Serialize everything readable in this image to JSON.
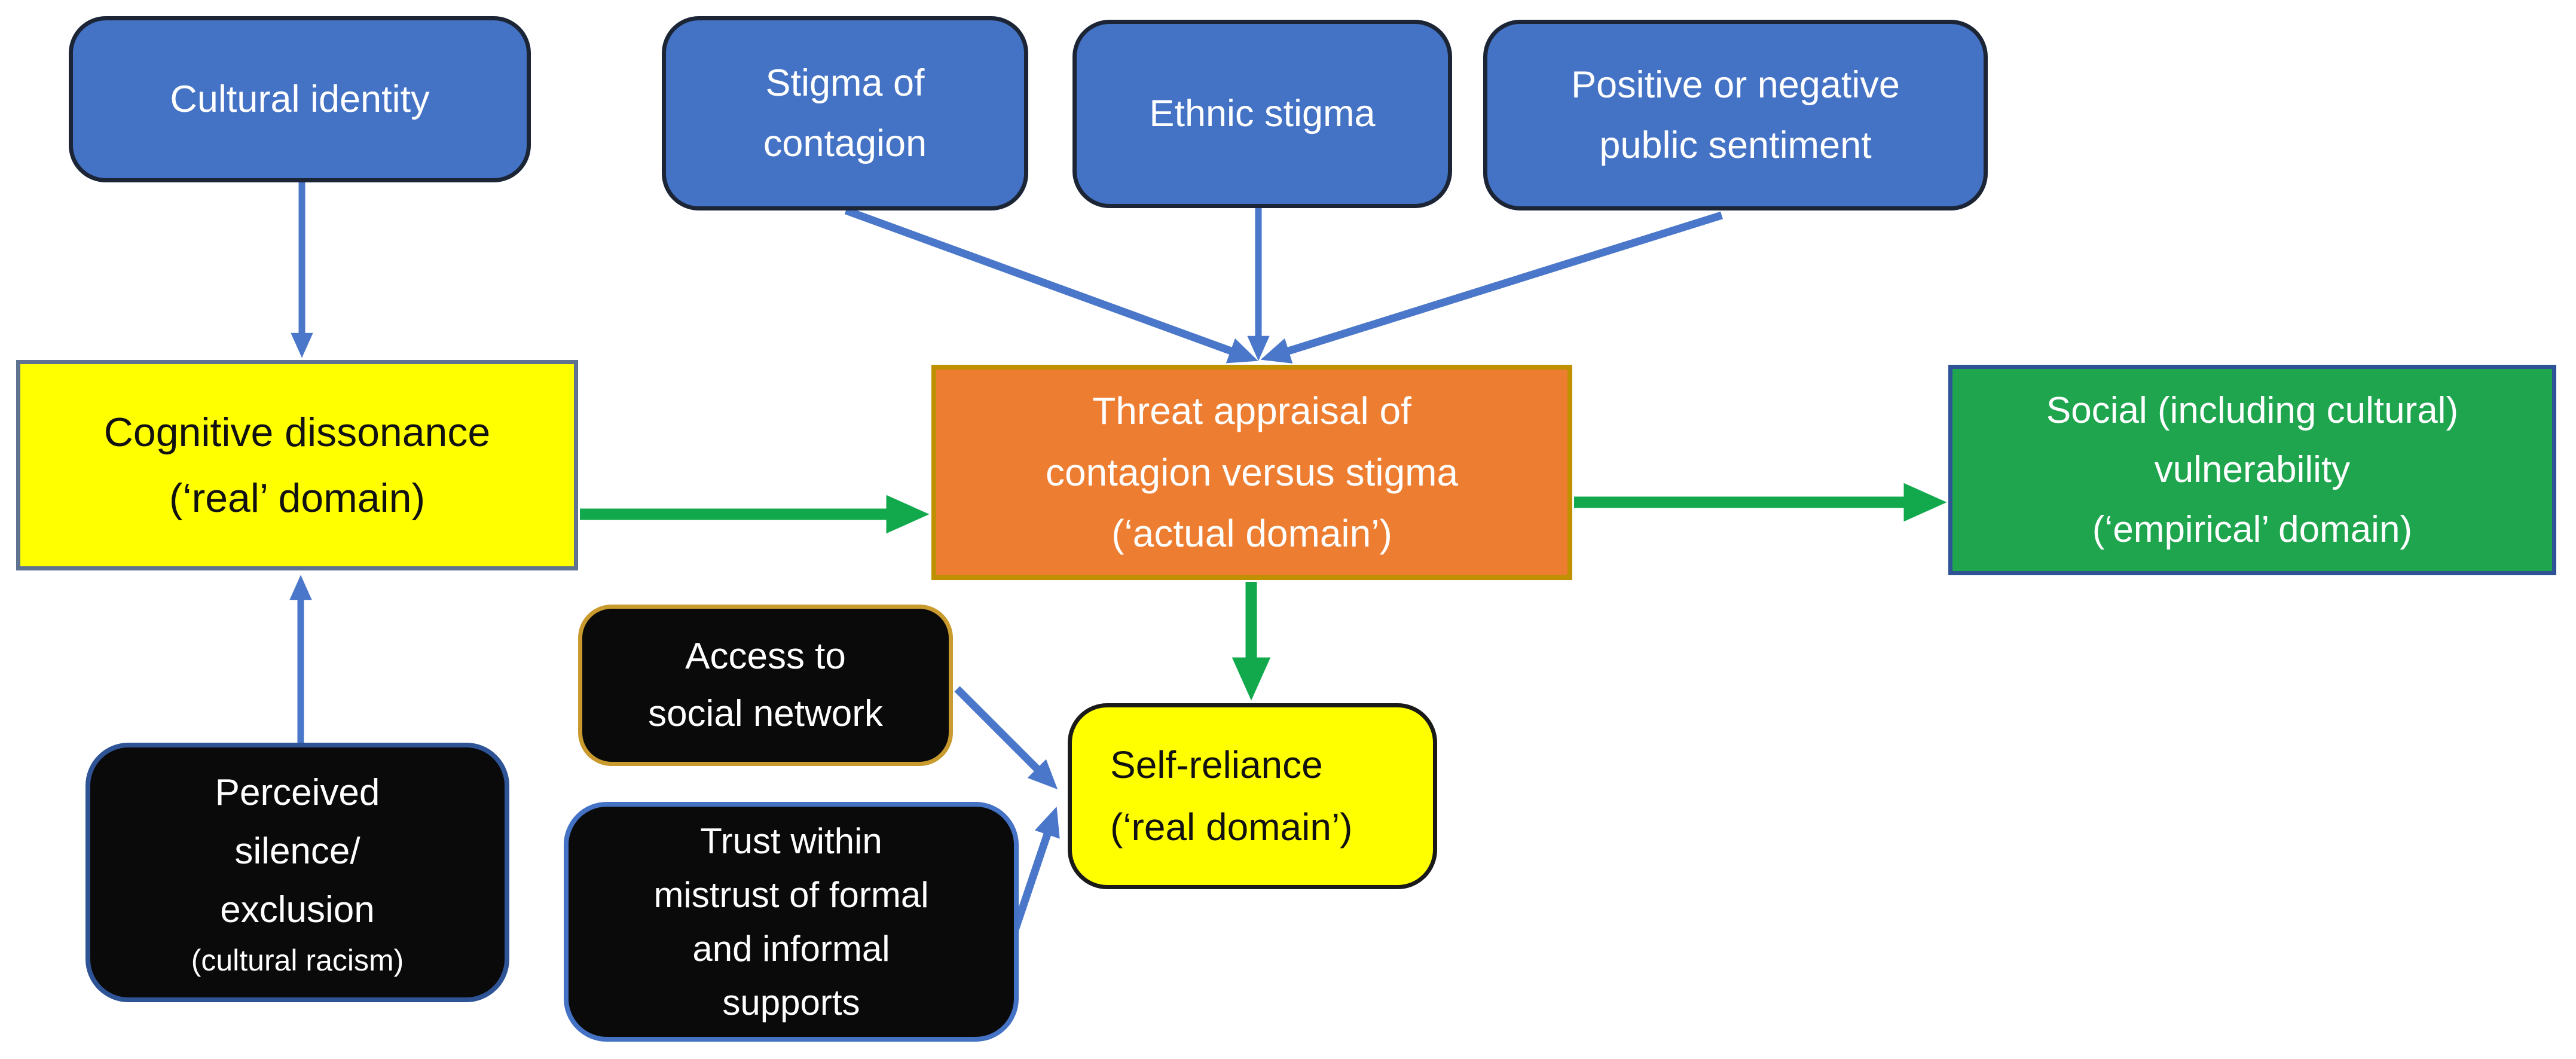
{
  "colors": {
    "background": "#ffffff",
    "node_blue": "#4472c4",
    "node_blue_border": "#1c2536",
    "node_yellow": "#ffff00",
    "cognitive_border": "#5f7390",
    "node_orange": "#ed7d31",
    "orange_border": "#bf9000",
    "node_green": "#1fa54e",
    "green_border": "#2e5496",
    "node_black": "#0a0a0a",
    "access_border": "#c99a2e",
    "trust_border": "#4472c4",
    "silence_border": "#2e5496",
    "self_border": "#1a1a1a",
    "arrow_blue": "#4a77c9",
    "arrow_green": "#12a94d"
  },
  "nodes": {
    "cultural_identity": {
      "lines": [
        "Cultural identity"
      ]
    },
    "stigma_of_contagion": {
      "lines": [
        "Stigma of",
        "contagion"
      ]
    },
    "ethnic_stigma": {
      "lines": [
        "Ethnic stigma"
      ]
    },
    "public_sentiment": {
      "lines": [
        "Positive or negative",
        "public sentiment"
      ]
    },
    "cognitive_dissonance": {
      "lines": [
        "Cognitive dissonance",
        "(‘real’ domain)"
      ]
    },
    "threat_appraisal": {
      "lines": [
        "Threat appraisal of",
        "contagion versus stigma",
        "(‘actual domain’)"
      ]
    },
    "social_vulnerability": {
      "lines": [
        "Social (including cultural)",
        "vulnerability",
        "(‘empirical’ domain)"
      ]
    },
    "access_social_network": {
      "lines": [
        "Access to",
        "social network"
      ]
    },
    "trust_mistrust": {
      "lines": [
        "Trust within",
        "mistrust of formal",
        "and informal",
        "supports"
      ]
    },
    "self_reliance": {
      "lines": [
        "Self-reliance",
        "(‘real domain’)"
      ]
    },
    "perceived_silence": {
      "lines": [
        "Perceived",
        "silence/",
        "exclusion"
      ],
      "sublabel": "(cultural racism)"
    }
  },
  "edges": [
    {
      "from": "cultural_identity",
      "to": "cognitive_dissonance",
      "color": "blue"
    },
    {
      "from": "perceived_silence",
      "to": "cognitive_dissonance",
      "color": "blue"
    },
    {
      "from": "stigma_of_contagion",
      "to": "threat_appraisal",
      "color": "blue"
    },
    {
      "from": "ethnic_stigma",
      "to": "threat_appraisal",
      "color": "blue"
    },
    {
      "from": "public_sentiment",
      "to": "threat_appraisal",
      "color": "blue"
    },
    {
      "from": "cognitive_dissonance",
      "to": "threat_appraisal",
      "color": "green"
    },
    {
      "from": "threat_appraisal",
      "to": "social_vulnerability",
      "color": "green"
    },
    {
      "from": "threat_appraisal",
      "to": "self_reliance",
      "color": "green"
    },
    {
      "from": "access_social_network",
      "to": "self_reliance",
      "color": "blue"
    },
    {
      "from": "trust_mistrust",
      "to": "self_reliance",
      "color": "blue"
    }
  ]
}
